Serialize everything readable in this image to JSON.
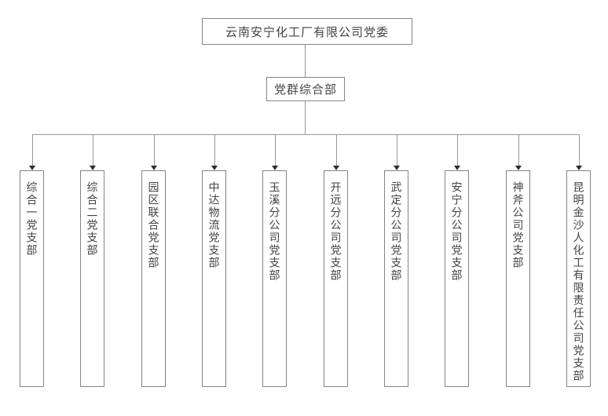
{
  "chart": {
    "type": "org-chart",
    "root": {
      "label": "云南安宁化工厂有限公司党委"
    },
    "department": {
      "label": "党群综合部"
    },
    "branches": [
      {
        "label": "综合一党支部"
      },
      {
        "label": "综合二党支部"
      },
      {
        "label": "园区联合党支部"
      },
      {
        "label": "中达物流党支部"
      },
      {
        "label": "玉溪分公司党支部"
      },
      {
        "label": "开远分公司党支部"
      },
      {
        "label": "武定分公司党支部"
      },
      {
        "label": "安宁分公司党支部"
      },
      {
        "label": "神斧公司党支部"
      },
      {
        "label": "昆明金沙人化工有限责任公司党支部"
      }
    ],
    "colors": {
      "background": "#ffffff",
      "box_border": "#848484",
      "connector_line": "#979797",
      "arrow": "#2e2e2e",
      "text": "#434343"
    }
  }
}
